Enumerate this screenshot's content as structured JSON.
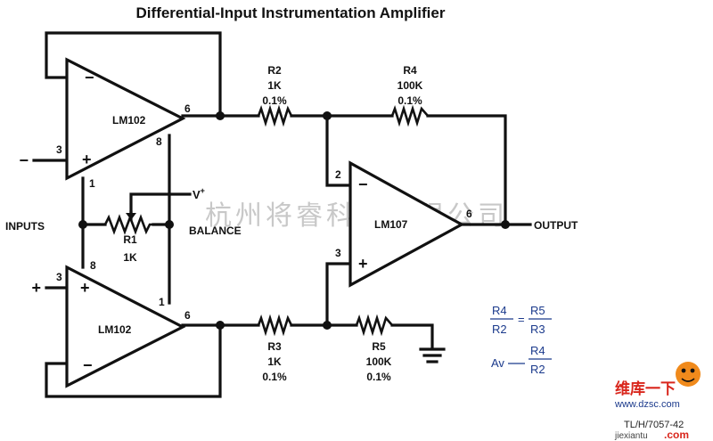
{
  "title": "Differential-Input Instrumentation Amplifier",
  "amplifiers": {
    "top": {
      "name": "LM102",
      "pin_minus_sym": "−",
      "pin_plus_sym": "+",
      "pin_in": "3",
      "pin_out": "6",
      "pin_8": "8",
      "pin_1": "1"
    },
    "bottom": {
      "name": "LM102",
      "pin_plus_sym": "+",
      "pin_minus_sym": "−",
      "pin_in": "3",
      "pin_out": "6",
      "pin_8": "8",
      "pin_1": "1"
    },
    "output": {
      "name": "LM107",
      "pin_2": "2",
      "pin_3": "3",
      "pin_6": "6",
      "minus_sym": "−",
      "plus_sym": "+"
    }
  },
  "inputs": {
    "label": "INPUTS",
    "minus": "−",
    "plus": "+"
  },
  "balance": {
    "label": "BALANCE",
    "supply": "V",
    "supply_sup": "+"
  },
  "resistors": {
    "R1": {
      "name": "R1",
      "value": "1K"
    },
    "R2": {
      "name": "R2",
      "value": "1K",
      "tol": "0.1%"
    },
    "R3": {
      "name": "R3",
      "value": "1K",
      "tol": "0.1%"
    },
    "R4": {
      "name": "R4",
      "value": "100K",
      "tol": "0.1%"
    },
    "R5": {
      "name": "R5",
      "value": "100K",
      "tol": "0.1%"
    }
  },
  "output_label": "OUTPUT",
  "equations": {
    "eq1_left_num": "R4",
    "eq1_left_den": "R2",
    "eq1_right_num": "R5",
    "eq1_right_den": "R3",
    "eq_sign": "=",
    "gain_label": "Av",
    "gain_num": "R4",
    "gain_den": "R2"
  },
  "watermark": "杭州将睿科技有限公司",
  "logo": {
    "line1": "维库一下",
    "line2": "www.dzsc.com",
    "line3": "jiexiantu",
    "line4": ".com",
    "figure_code": "TL/H/7057-42"
  },
  "colors": {
    "ink": "#111111",
    "watermark": "#c8c8c8",
    "equation": "#1b3a8c",
    "logo_red": "#d9261c",
    "logo_orange": "#f08a1c"
  }
}
